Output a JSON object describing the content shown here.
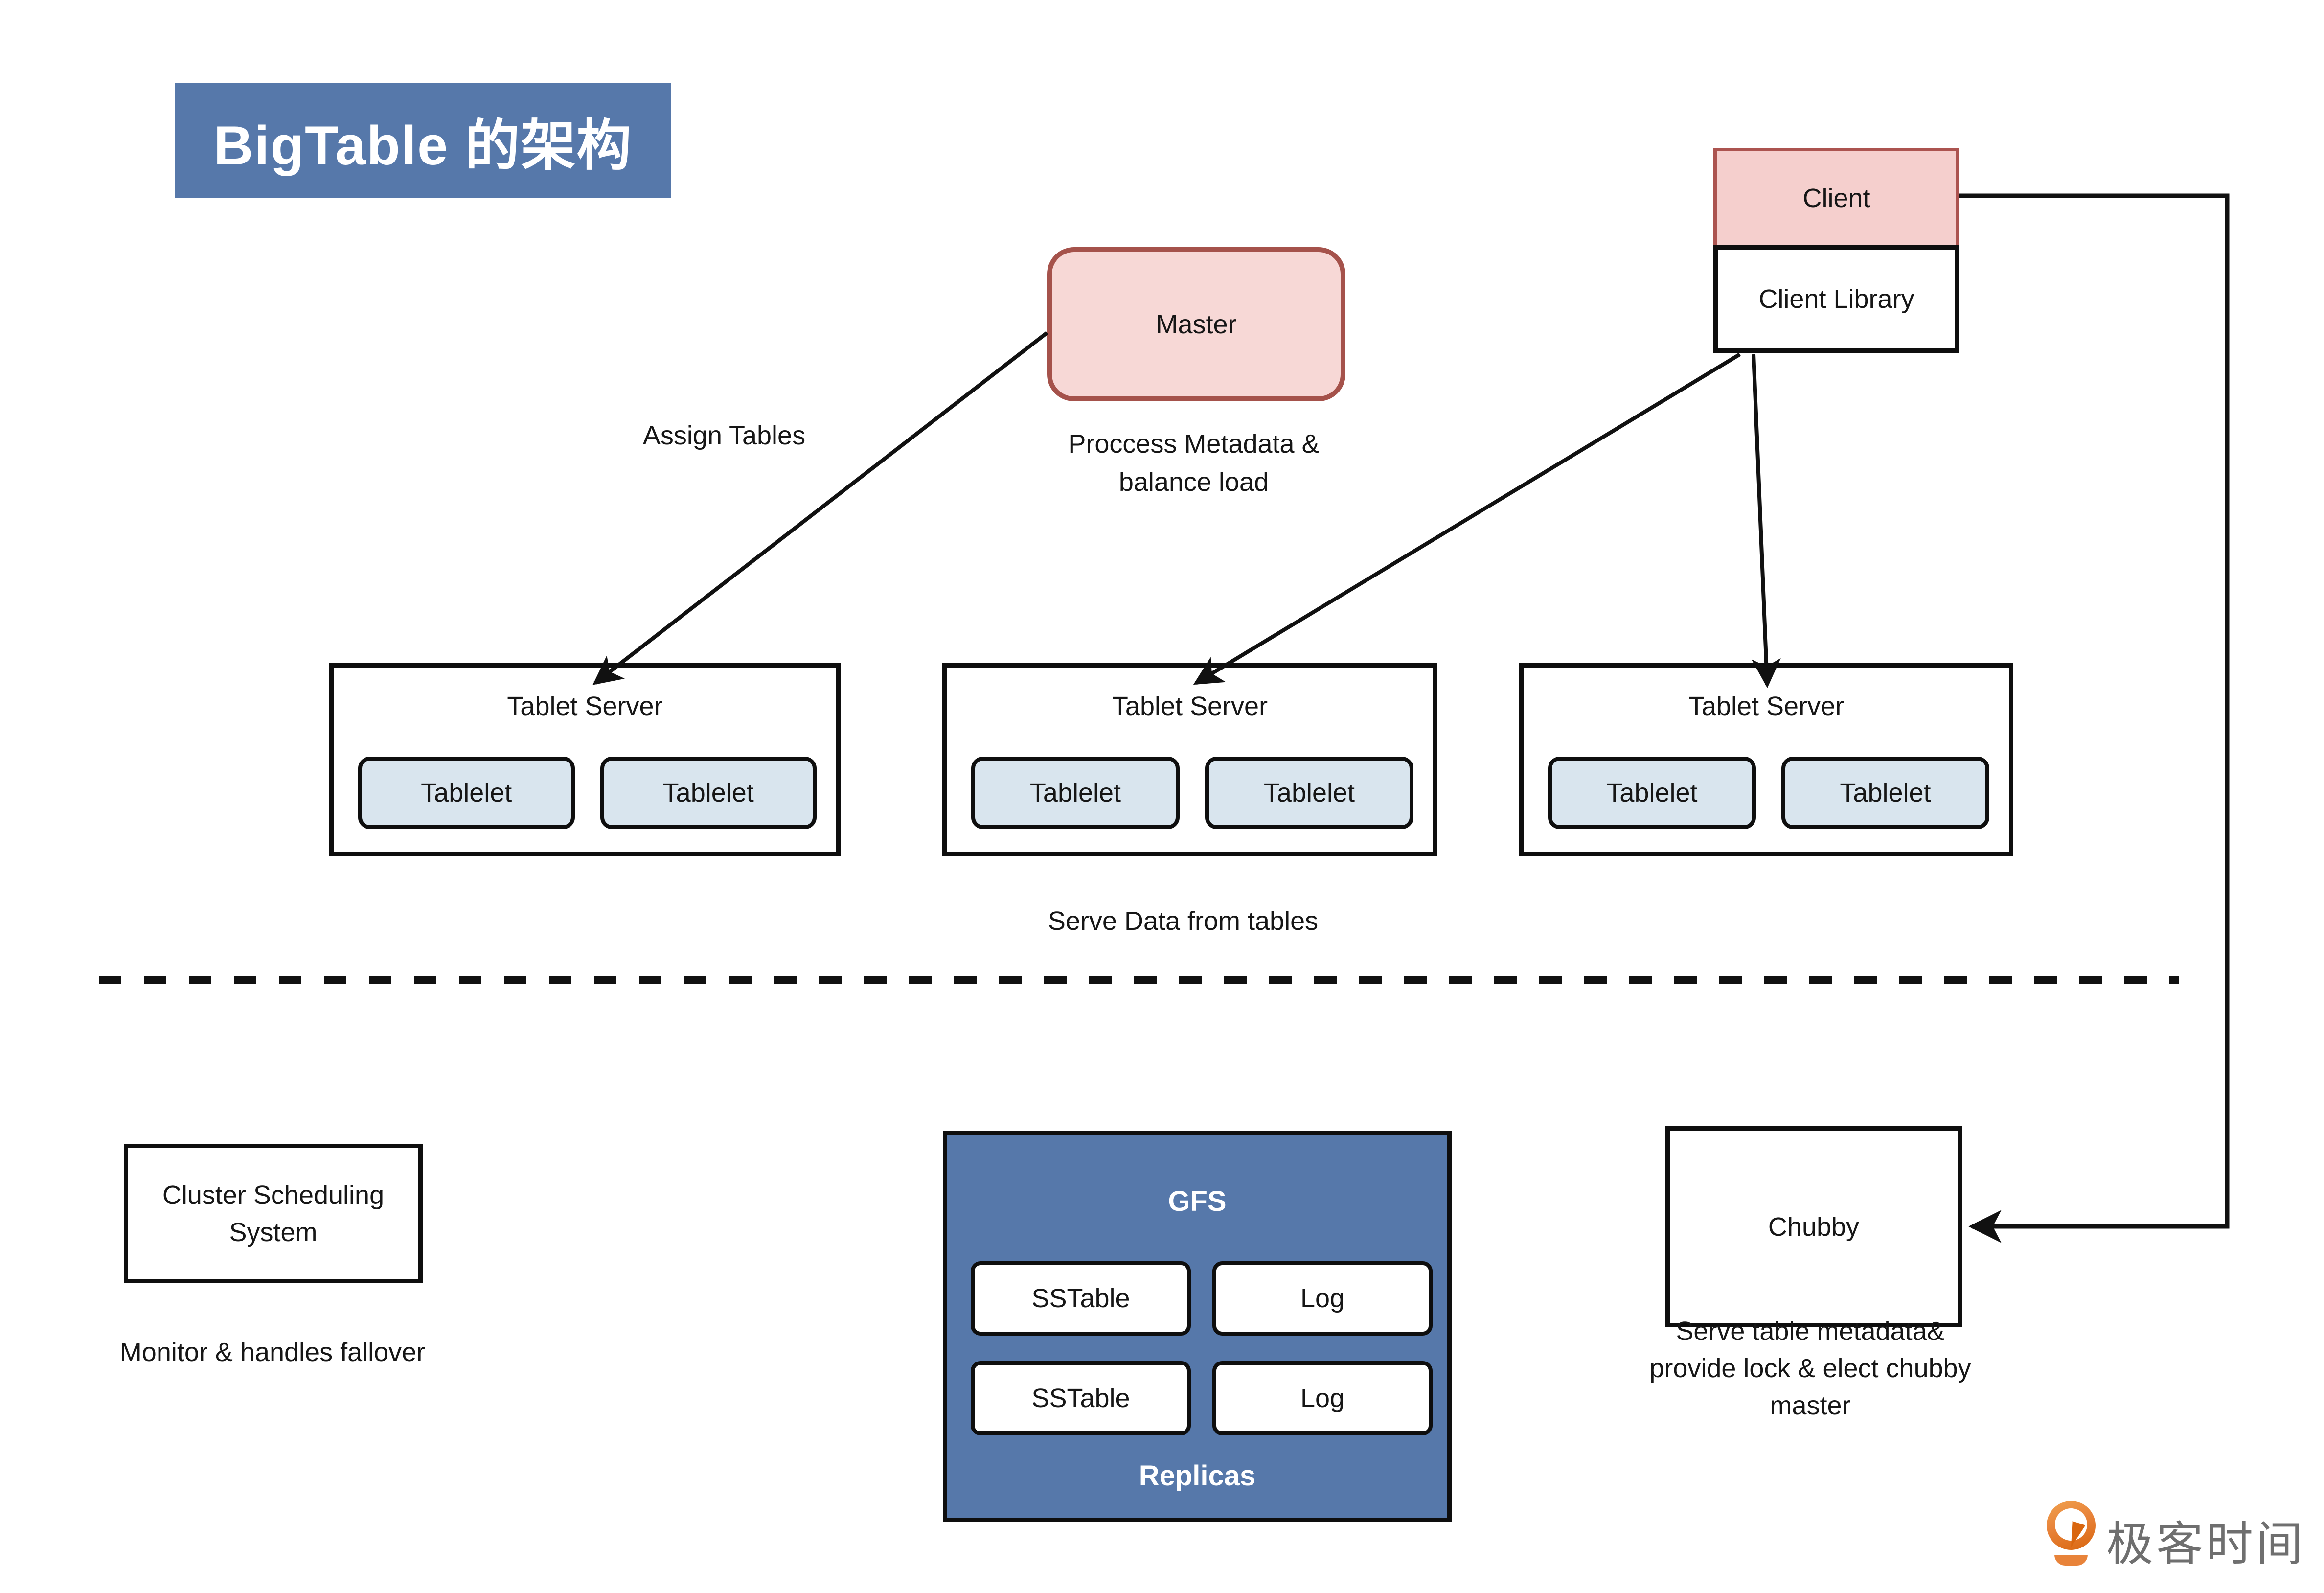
{
  "title": {
    "text": "BigTable 的架构"
  },
  "master": {
    "label": "Master",
    "caption_line1": "Proccess Metadata &",
    "caption_line2": "balance load"
  },
  "client": {
    "label": "Client",
    "library_label": "Client Library"
  },
  "annotations": {
    "assign_tables": "Assign Tables",
    "serve_data": "Serve Data from tables"
  },
  "servers": [
    {
      "label": "Tablet Server",
      "tablets": [
        "Tablelet",
        "Tablelet"
      ]
    },
    {
      "label": "Tablet Server",
      "tablets": [
        "Tablelet",
        "Tablelet"
      ]
    },
    {
      "label": "Tablet Server",
      "tablets": [
        "Tablelet",
        "Tablelet"
      ]
    }
  ],
  "cluster": {
    "label_line1": "Cluster Scheduling",
    "label_line2": "System",
    "caption": "Monitor & handles fallover"
  },
  "gfs": {
    "label": "GFS",
    "rows": [
      [
        "SSTable",
        "Log"
      ],
      [
        "SSTable",
        "Log"
      ]
    ],
    "footer": "Replicas"
  },
  "chubby": {
    "label": "Chubby",
    "caption_line1": "Serve table metadata&",
    "caption_line2": "provide lock & elect chubby",
    "caption_line3": "master"
  },
  "logo": {
    "text": "极客时间"
  },
  "colors": {
    "header_blue": "#5678aa",
    "master_fill": "#f7d8d6",
    "master_border": "#a5524b",
    "client_fill": "#f5cfcd",
    "client_border": "#ac5450",
    "tablelet_fill": "#d9e5ee",
    "line_black": "#111111",
    "logo_orange": "#e8833a",
    "logo_text_gray": "#6f6f6f"
  }
}
